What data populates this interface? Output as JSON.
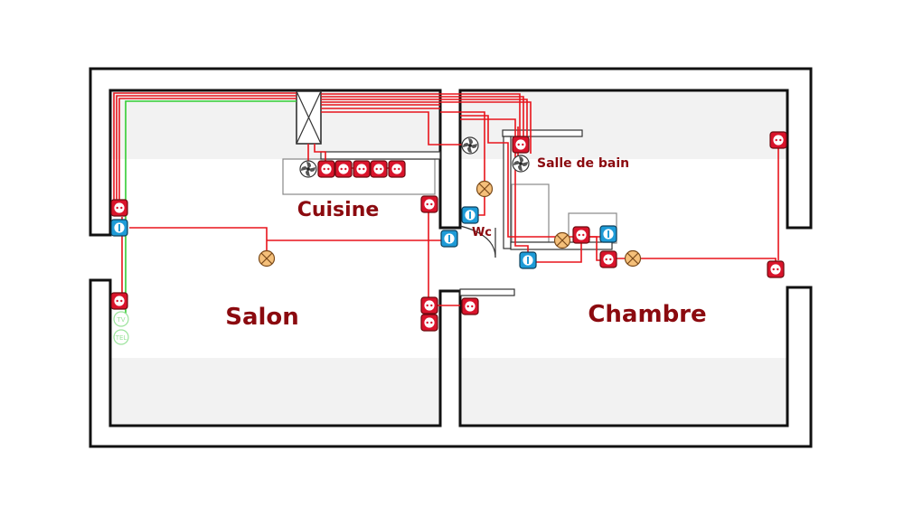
{
  "rooms": {
    "salon": "Salon",
    "cuisine": "Cuisine",
    "chambre": "Chambre",
    "wc": "Wc",
    "salle_de_bain": "Salle de bain"
  },
  "tv_outlet": "TV",
  "tel_outlet": "TEL",
  "colors": {
    "wall": "#111111",
    "floor": "#f2f2f2",
    "wire_power": "#e8141c",
    "wire_signal": "#33cc33",
    "label": "#8b0a0f",
    "outlet": "#d9142b",
    "switch": "#1e9bd7",
    "lamp": "#f5c07a"
  },
  "icons": {
    "outlet": "socket-icon",
    "switch": "switch-icon",
    "lamp": "ceiling-light-icon",
    "fan": "extractor-fan-icon",
    "tv": "tv-outlet-icon",
    "tel": "phone-outlet-icon"
  }
}
